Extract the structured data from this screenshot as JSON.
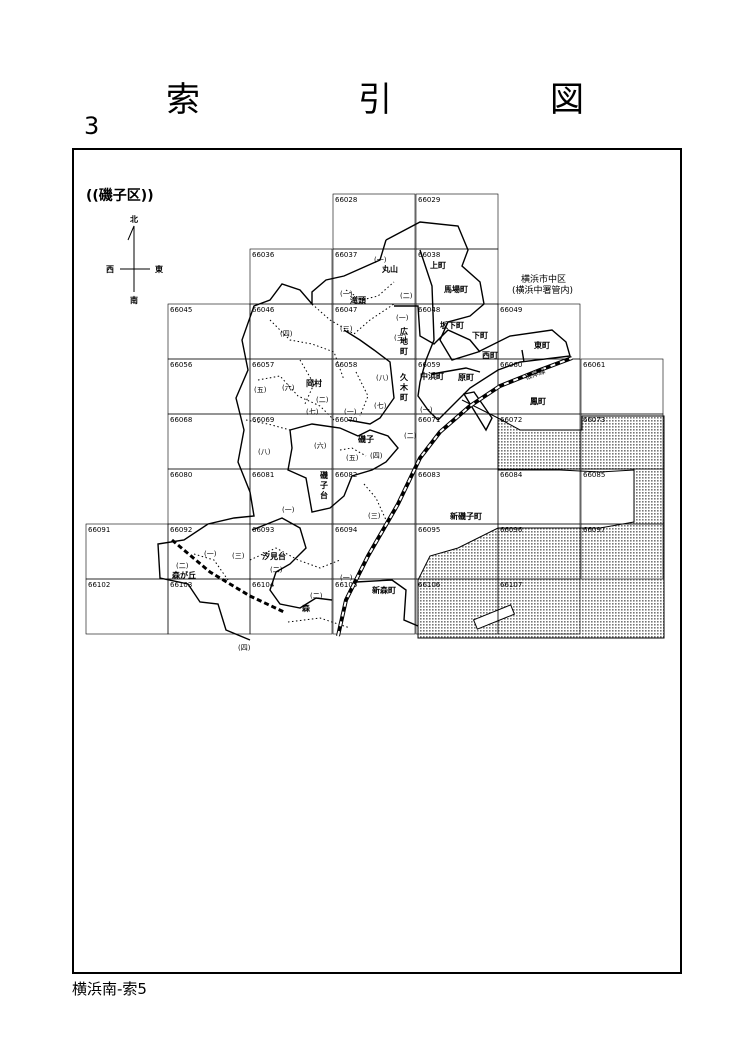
{
  "header": {
    "title": "索　引　図",
    "sheet_number": "3"
  },
  "map": {
    "ward_label": "((磯子区))",
    "compass": {
      "north": "北",
      "south": "南",
      "east": "東",
      "west": "西"
    },
    "neighbor_note": [
      "横浜市中区",
      "(横浜中署管内)"
    ],
    "grid_cells": [
      "66028",
      "66029",
      "66036",
      "66037",
      "66038",
      "66045",
      "66046",
      "66047",
      "66048",
      "66049",
      "66056",
      "66057",
      "66058",
      "66059",
      "66060",
      "66061",
      "66068",
      "66069",
      "66070",
      "66071",
      "66072",
      "66073",
      "66080",
      "66081",
      "66082",
      "66083",
      "66084",
      "66085",
      "66091",
      "66092",
      "66093",
      "66094",
      "66095",
      "66096",
      "66097",
      "66102",
      "66103",
      "66104",
      "66105",
      "66106",
      "66107"
    ],
    "place_labels": [
      "丸山",
      "上町",
      "滝頭",
      "馬場町",
      "坂下町",
      "下町",
      "広地町",
      "西町",
      "東町",
      "中浜町",
      "原町",
      "岡村",
      "久木町",
      "鳳町",
      "磯子",
      "新磯子町",
      "磯子台",
      "汐見台",
      "森が丘",
      "森",
      "新森町",
      "根岸線"
    ],
    "sub_labels": [
      "(一)",
      "(二)",
      "(三)",
      "(四)",
      "(五)",
      "(六)",
      "(七)",
      "(八)"
    ],
    "colors": {
      "line": "#000000",
      "landfill": "#bdbdbd"
    }
  },
  "footer": {
    "page_label": "横浜南-索5"
  }
}
